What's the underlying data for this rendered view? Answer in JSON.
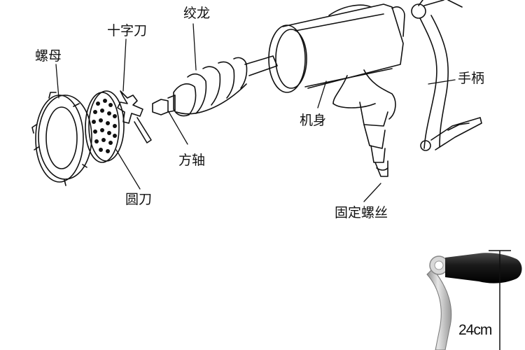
{
  "diagram": {
    "labels": {
      "nut": "螺母",
      "cross_blade": "十字刀",
      "auger": "绞龙",
      "square_shaft": "方轴",
      "round_blade": "圆刀",
      "body": "机身",
      "handle": "手柄",
      "clamp_screw": "固定螺丝"
    }
  },
  "photo": {
    "dimension_label": "24cm"
  },
  "colors": {
    "line": "#111111",
    "handle_knob": "#1a1a1a",
    "metal": "#c8c8c8"
  }
}
